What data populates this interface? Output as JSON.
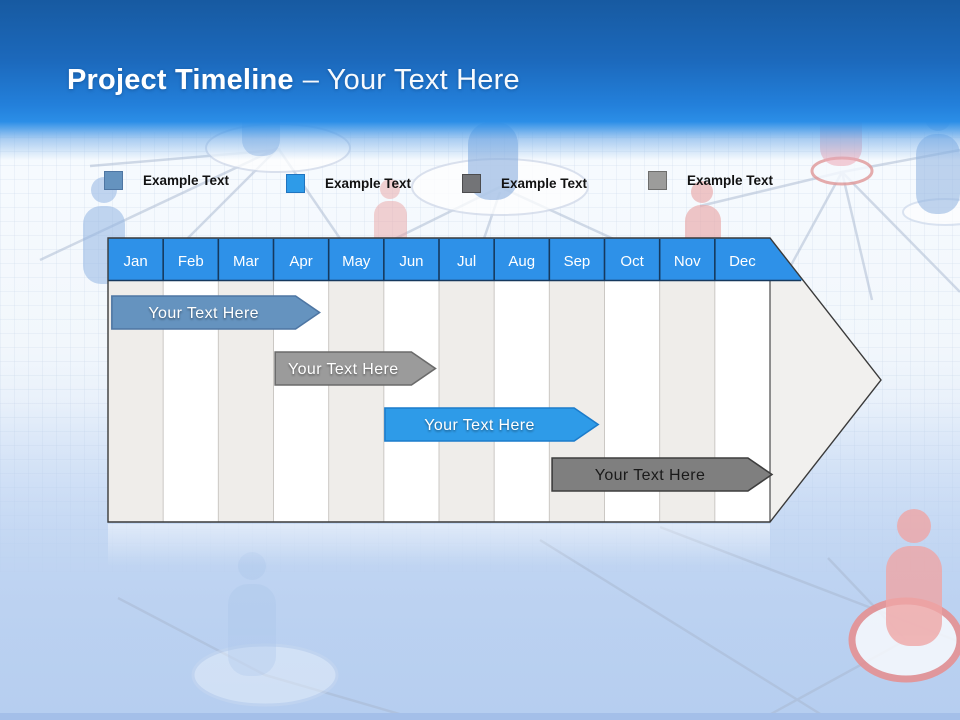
{
  "slide": {
    "title": {
      "bold": "Project Timeline",
      "regular": "– Your Text Here"
    }
  },
  "palette": {
    "header_gradient_top": "#175AA1",
    "header_gradient_bottom": "#2B8EE7",
    "background_bottom_blue": "#B6CEEF",
    "steel_blue": "#6593BF",
    "bright_blue": "#2E9BE8",
    "dark_gray": "#737477",
    "light_gray": "#9C9C9B"
  },
  "legend": {
    "items": [
      {
        "label": "Example Text",
        "color": "#6593BF",
        "border": "#4E76A3"
      },
      {
        "label": "Example Text",
        "color": "#2E9BE8",
        "border": "#1F74C0"
      },
      {
        "label": "Example Text",
        "color": "#737477",
        "border": "#4C4C4E"
      },
      {
        "label": "Example Text",
        "color": "#9C9C9B",
        "border": "#6E6E6D"
      }
    ]
  },
  "chart_data": {
    "type": "bar",
    "subtype": "gantt-timeline",
    "title": "Project Timeline",
    "categories": [
      "Jan",
      "Feb",
      "Mar",
      "Apr",
      "May",
      "Jun",
      "Jul",
      "Aug",
      "Sep",
      "Oct",
      "Nov",
      "Dec"
    ],
    "header_fill": "#2E91E8",
    "header_text_color": "#FFFFFF",
    "axis_range_months": [
      0,
      12
    ],
    "grid": "alternating-column-shading",
    "bars": [
      {
        "label": "Your Text Here",
        "start": 0.07,
        "end": 3.4,
        "row": 1,
        "fill": "#6593BF",
        "stroke": "#4E76A3",
        "text_color": "#FFFFFF"
      },
      {
        "label": "Your Text Here",
        "start": 3.03,
        "end": 5.5,
        "row": 2,
        "fill": "#9B9B9B",
        "stroke": "#6B6B6B",
        "text_color": "#FFFFFF"
      },
      {
        "label": "Your Text Here",
        "start": 5.02,
        "end": 8.45,
        "row": 3,
        "fill": "#2E9BE8",
        "stroke": "#1C7CCB",
        "text_color": "#FFFFFF"
      },
      {
        "label": "Your Text Here",
        "start": 8.05,
        "end": 11.6,
        "row": 4,
        "fill": "#7F7F7F",
        "stroke": "#3E3E3E",
        "text_color": "#1A1A1A"
      }
    ]
  }
}
